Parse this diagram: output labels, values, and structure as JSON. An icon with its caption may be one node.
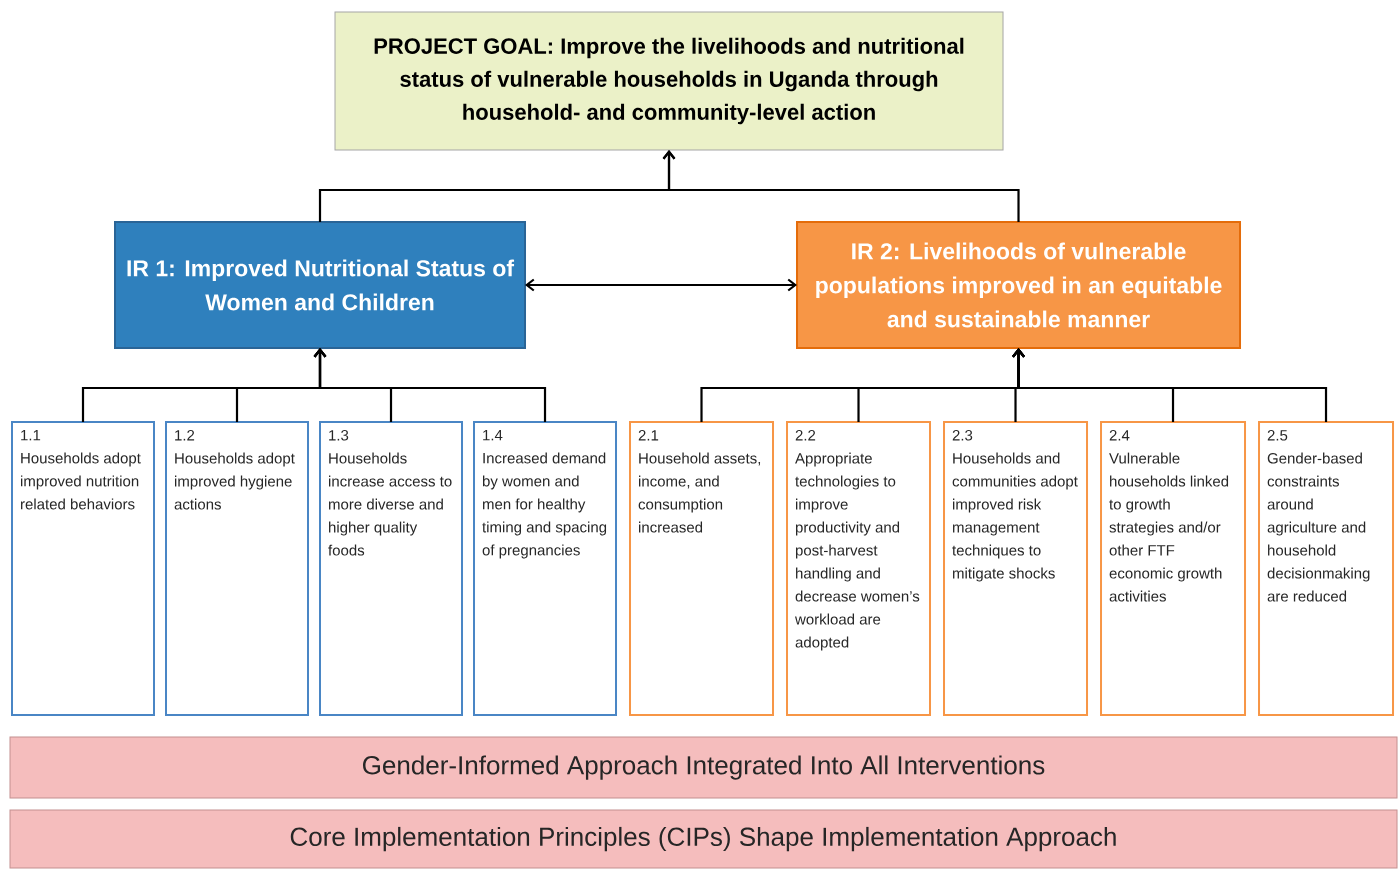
{
  "diagram": {
    "nodes": [
      {
        "text": [
          "PROJECT GOAL: Improve the livelihoods and nutritional status of vulnerable households in Uganda through household- and community-level action"
        ]
      },
      {
        "text": [
          "IR 1: Improved Nutritional Status of Women and Children"
        ]
      },
      {
        "text": [
          "IR 2: Livelihoods of vulnerable populations improved in an equitable and sustainable manner"
        ]
      },
      {
        "text": [
          "1.1",
          "Households adopt improved nutrition related behaviors"
        ]
      },
      {
        "text": [
          "1.2",
          "Households adopt improved hygiene actions"
        ]
      },
      {
        "text": [
          "1.3",
          "Households increase access to more diverse and higher quality foods"
        ]
      },
      {
        "text": [
          "1.4",
          "Increased demand by women and men for healthy timing and spacing of pregnancies"
        ]
      },
      {
        "text": [
          "2.1",
          "Household assets, income, and consumption increased"
        ]
      },
      {
        "text": [
          "2.2",
          "Appropriate technologies to improve productivity and post-harvest handling and decrease women’s workload are adopted"
        ]
      },
      {
        "text": [
          "2.3",
          "Households and communities adopt improved risk management techniques to mitigate shocks"
        ]
      },
      {
        "text": [
          "2.4",
          "Vulnerable households linked to growth strategies and/or other FTF economic growth activities"
        ]
      },
      {
        "text": [
          "2.5",
          "Gender-based constraints around agriculture and household decisionmaking are reduced"
        ]
      },
      {
        "text": [
          "Gender-Informed Approach Integrated Into All Interventions"
        ]
      },
      {
        "text": [
          "Core Implementation Principles (CIPs) Shape Implementation Approach"
        ]
      }
    ],
    "edges": [
      {
        "from": 1,
        "to": 0,
        "arrow": "to"
      },
      {
        "from": 2,
        "to": 0,
        "arrow": "to"
      },
      {
        "from": 1,
        "to": 2,
        "arrow": "both"
      },
      {
        "from": 3,
        "to": 1,
        "arrow": "to"
      },
      {
        "from": 4,
        "to": 1,
        "arrow": "to"
      },
      {
        "from": 5,
        "to": 1,
        "arrow": "to"
      },
      {
        "from": 6,
        "to": 1,
        "arrow": "to"
      },
      {
        "from": 7,
        "to": 2,
        "arrow": "to"
      },
      {
        "from": 8,
        "to": 2,
        "arrow": "to"
      },
      {
        "from": 9,
        "to": 2,
        "arrow": "to"
      },
      {
        "from": 10,
        "to": 2,
        "arrow": "to"
      },
      {
        "from": 11,
        "to": 2,
        "arrow": "to"
      }
    ]
  }
}
